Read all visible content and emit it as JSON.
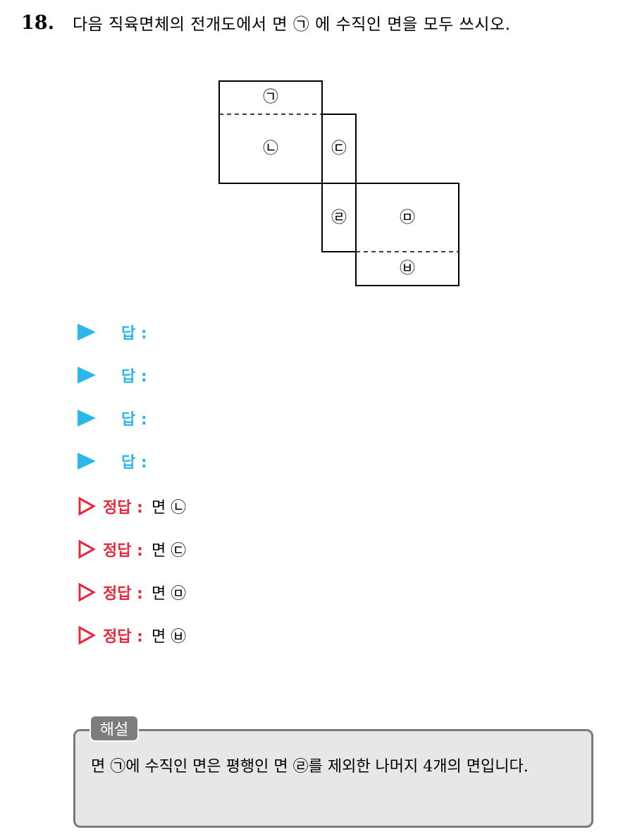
{
  "question": {
    "number": "18.",
    "text": "다음 직육면체의 전개도에서 면 ㉠ 에 수직인 면을 모두 쓰시오."
  },
  "figure": {
    "faces": [
      "㉠",
      "㉡",
      "㉢",
      "㉣",
      "㉤",
      "㉥"
    ]
  },
  "answer_blanks": [
    {
      "label": "답 :"
    },
    {
      "label": "답 :"
    },
    {
      "label": "답 :"
    },
    {
      "label": "답 :"
    }
  ],
  "solutions": [
    {
      "label": "정답 :",
      "value": "면 ㉡"
    },
    {
      "label": "정답 :",
      "value": "면 ㉢"
    },
    {
      "label": "정답 :",
      "value": "면 ㉤"
    },
    {
      "label": "정답 :",
      "value": "면 ㉥"
    }
  ],
  "explanation": {
    "tag": "해설",
    "text": "면 ㉠에 수직인 면은 평행인 면 ㉣를 제외한 나머지 4개의 면입니다."
  },
  "colors": {
    "answer_accent": "#2bb7ec",
    "solution_accent": "#e8283a",
    "box_bg": "#e7e7e7",
    "box_border": "#7a7a7a"
  }
}
